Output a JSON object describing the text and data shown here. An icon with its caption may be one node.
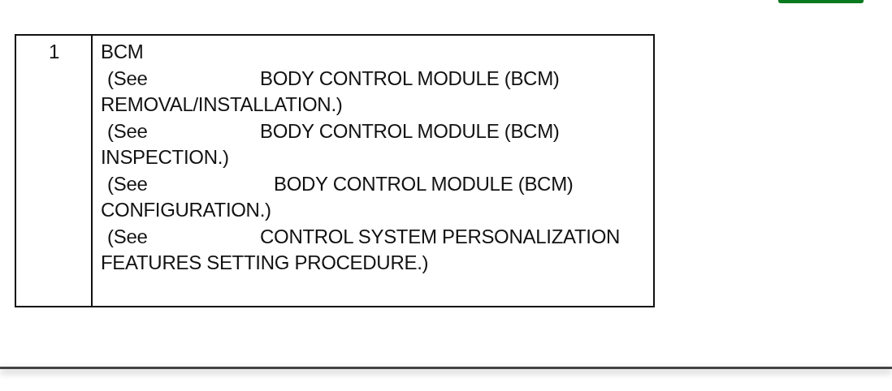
{
  "diagram": {
    "labels": [
      "1",
      "BCM",
      "(See BODY CONTROL MODULE (BCM) REMOVAL/INSTALLATION.)",
      "(See BODY CONTROL MODULE (BCM) INSPECTION.)",
      "(See BODY CONTROL MODULE (BCM) CONFIGURATION.)",
      "(See CONTROL SYSTEM PERSONALIZATION FEATURES SETTING PROCEDURE.)"
    ]
  }
}
